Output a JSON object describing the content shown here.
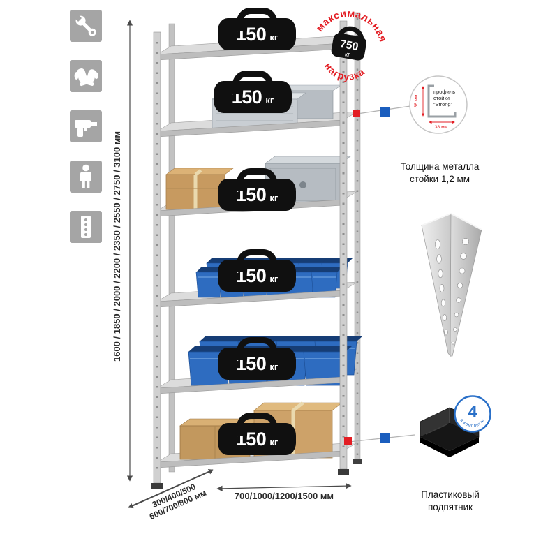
{
  "colors": {
    "accent_red": "#e31e24",
    "accent_blue": "#1b5ebe",
    "icon_gray": "#a5a5a5",
    "badge_black": "#101010",
    "bin_blue": "#2f6fc4"
  },
  "left_icons": [
    {
      "name": "wrench-icon"
    },
    {
      "name": "gloves-icon"
    },
    {
      "name": "drill-icon"
    },
    {
      "name": "person-icon"
    },
    {
      "name": "rack-post-icon"
    }
  ],
  "rack": {
    "shelves": [
      {
        "load_value": "150",
        "load_unit": "кг"
      },
      {
        "load_value": "150",
        "load_unit": "кг"
      },
      {
        "load_value": "150",
        "load_unit": "кг"
      },
      {
        "load_value": "150",
        "load_unit": "кг"
      },
      {
        "load_value": "150",
        "load_unit": "кг"
      },
      {
        "load_value": "150",
        "load_unit": "кг"
      }
    ]
  },
  "stamp": {
    "arc_top": "максимальная",
    "arc_bottom": "нагрузка",
    "value": "750",
    "unit": "кг"
  },
  "dimensions": {
    "height_options": "1600 / 1850 / 2000 / 2200 / 2350 / 2550 / 2750 / 3100 мм",
    "depth_line1": "300/400/500",
    "depth_line2": "600/700/800 мм",
    "width_options": "700/1000/1200/1500 мм"
  },
  "profile_callout": {
    "label_line1": "профиль",
    "label_line2": "стойки",
    "label_line3": "“Strong”",
    "dim_vertical": "38 мм",
    "dim_horizontal": "38 мм.",
    "caption": "Толщина металла стойки 1,2 мм"
  },
  "foot_callout": {
    "badge_count": "4",
    "badge_ring_text": "в комплекте",
    "caption": "Пластиковый подпятник"
  }
}
